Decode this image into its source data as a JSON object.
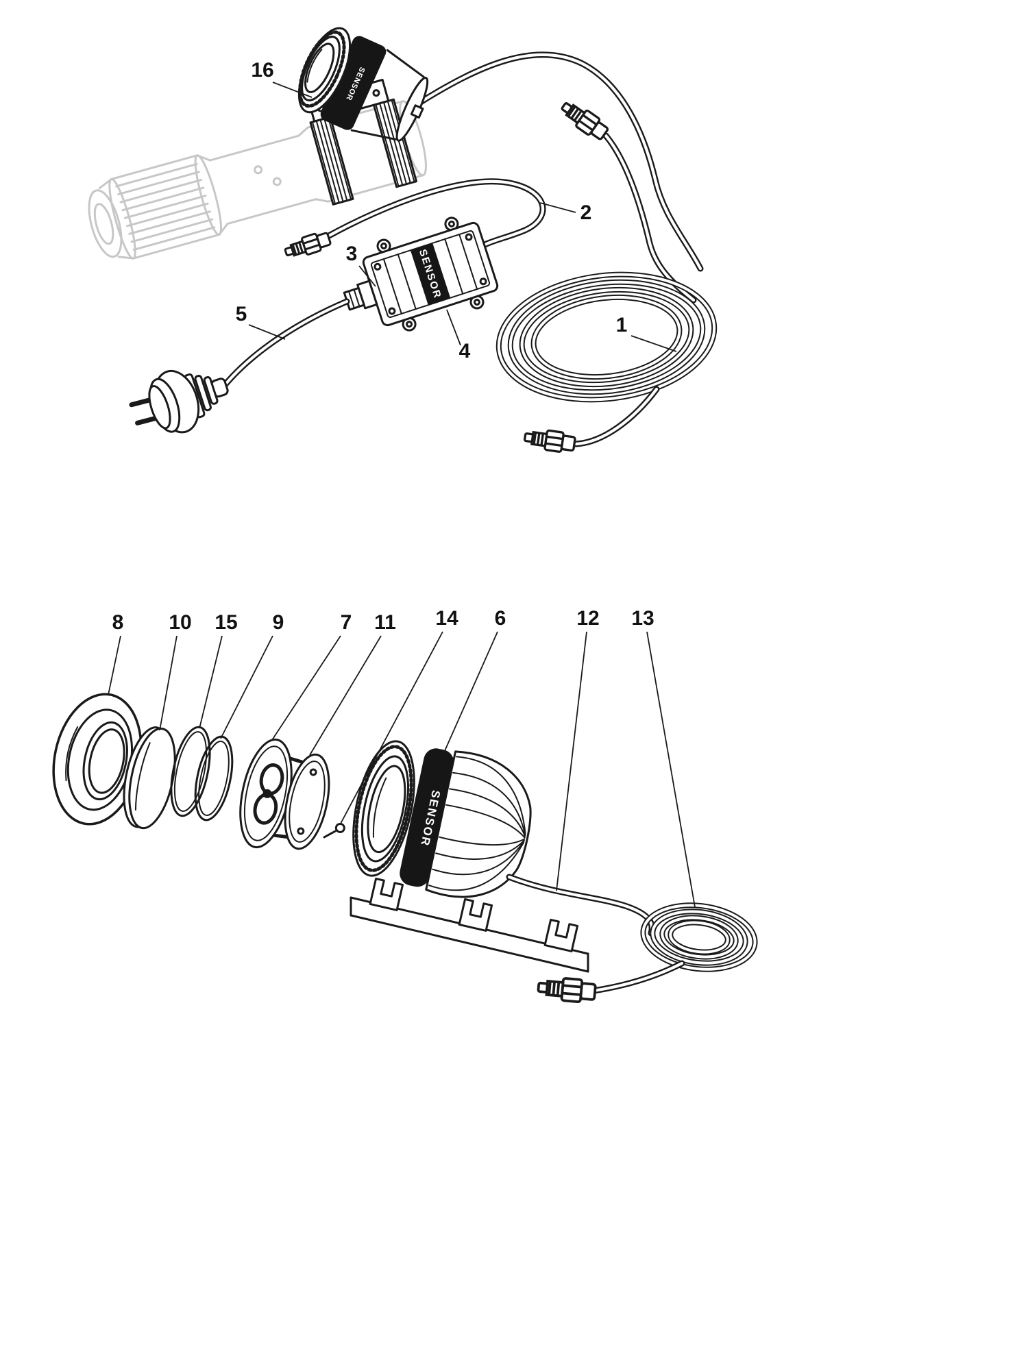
{
  "diagram": {
    "background_color": "#ffffff",
    "line_color": "#1a1a1a",
    "ghost_color": "#c7c7c7",
    "brand_text": "SENSOR",
    "top_assembly": {
      "callouts": [
        {
          "label": "16"
        },
        {
          "label": "2"
        },
        {
          "label": "3"
        },
        {
          "label": "4"
        },
        {
          "label": "5"
        },
        {
          "label": "1"
        }
      ]
    },
    "exploded_view": {
      "callouts": [
        {
          "label": "8"
        },
        {
          "label": "10"
        },
        {
          "label": "15"
        },
        {
          "label": "9"
        },
        {
          "label": "7"
        },
        {
          "label": "11"
        },
        {
          "label": "14"
        },
        {
          "label": "6"
        },
        {
          "label": "12"
        },
        {
          "label": "13"
        }
      ]
    }
  }
}
